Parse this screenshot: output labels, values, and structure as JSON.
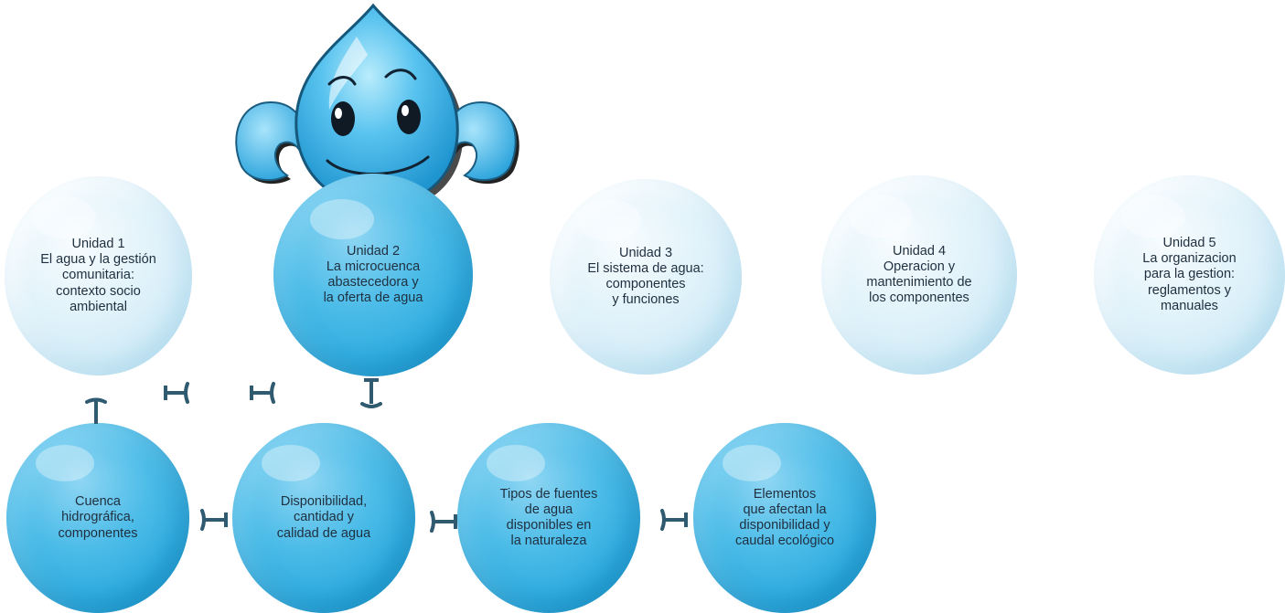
{
  "colors": {
    "light_bubble": "#d8eff8",
    "dark_bubble": "#2aa9dd",
    "connector": "#2f5a70",
    "text": "#1f2f3f"
  },
  "units": [
    {
      "label": "Unidad 1\nEl agua y la gestión\ncomunitaria:\ncontexto socio\nambiental",
      "style": "light"
    },
    {
      "label": "Unidad 2\nLa microcuenca\nabastecedora  y\nla oferta de agua",
      "style": "dark"
    },
    {
      "label": "Unidad 3\nEl sistema de agua:\ncomponentes\ny funciones",
      "style": "light"
    },
    {
      "label": "Unidad 4\nOperacion y\nmantenimiento de\nlos componentes",
      "style": "light"
    },
    {
      "label": "Unidad 5\nLa organizacion\npara la gestion:\nreglamentos y\nmanuales",
      "style": "light"
    }
  ],
  "topics": [
    {
      "label": "Cuenca\nhidrográfica,\ncomponentes"
    },
    {
      "label": "Disponibilidad,\ncantidad y\ncalidad de agua"
    },
    {
      "label": "Tipos de fuentes\nde agua\ndisponibles en\nla naturaleza"
    },
    {
      "label": "Elementos\nque afectan la\ndisponibilidad y\ncaudal ecológico"
    }
  ],
  "mascot": {
    "icon": "water-drop-mascot-icon"
  }
}
